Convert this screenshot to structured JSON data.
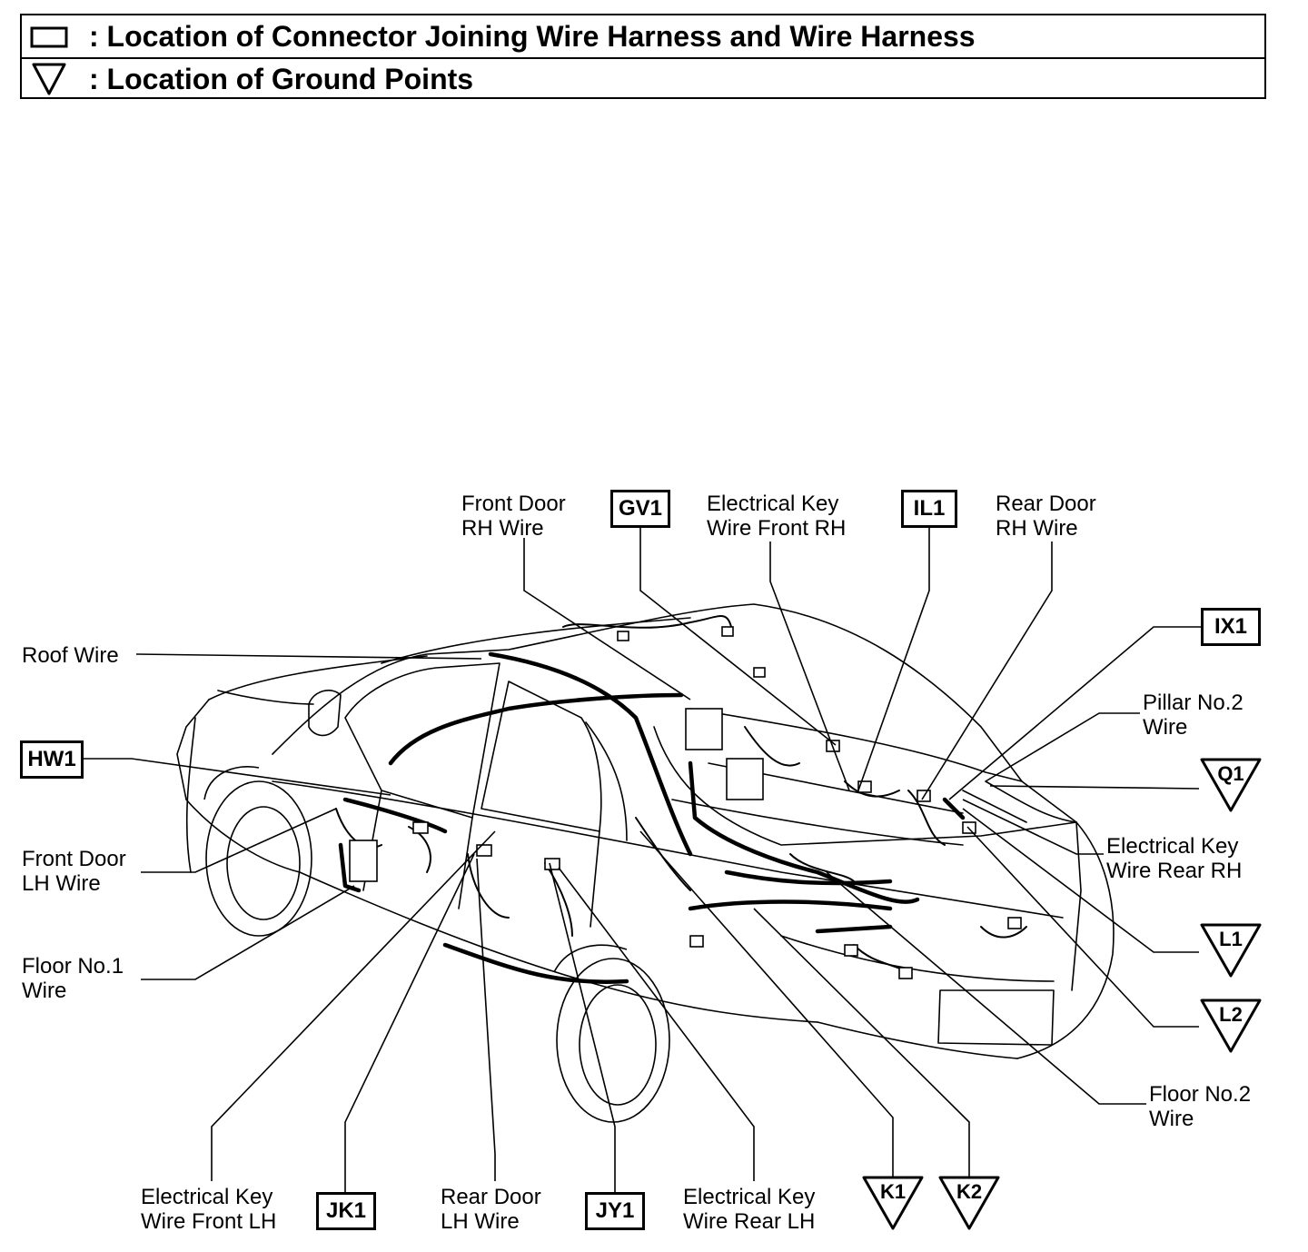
{
  "legend": {
    "connector_text": ": Location of Connector Joining Wire Harness and Wire Harness",
    "ground_text": ": Location of Ground Points",
    "connector_icon": "square-outline-icon",
    "ground_icon": "triangle-down-icon"
  },
  "labels": {
    "front_door_rh": [
      "Front Door",
      "RH Wire"
    ],
    "elec_key_front_rh": [
      "Electrical Key",
      "Wire Front RH"
    ],
    "rear_door_rh": [
      "Rear Door",
      "RH Wire"
    ],
    "roof": [
      "Roof Wire"
    ],
    "pillar_no2": [
      "Pillar No.2",
      "Wire"
    ],
    "front_door_lh": [
      "Front Door",
      "LH Wire"
    ],
    "elec_key_rear_rh": [
      "Electrical Key",
      "Wire Rear RH"
    ],
    "floor_no1": [
      "Floor No.1",
      "Wire"
    ],
    "floor_no2": [
      "Floor No.2",
      "Wire"
    ],
    "elec_key_front_lh": [
      "Electrical Key",
      "Wire Front LH"
    ],
    "rear_door_lh": [
      "Rear Door",
      "LH Wire"
    ],
    "elec_key_rear_lh": [
      "Electrical Key",
      "Wire Rear LH"
    ]
  },
  "connectors": {
    "gv1": "GV1",
    "il1": "IL1",
    "ix1": "IX1",
    "hw1": "HW1",
    "jk1": "JK1",
    "jy1": "JY1"
  },
  "grounds": {
    "q1": "Q1",
    "l1": "L1",
    "l2": "L2",
    "k1": "K1",
    "k2": "K2"
  }
}
